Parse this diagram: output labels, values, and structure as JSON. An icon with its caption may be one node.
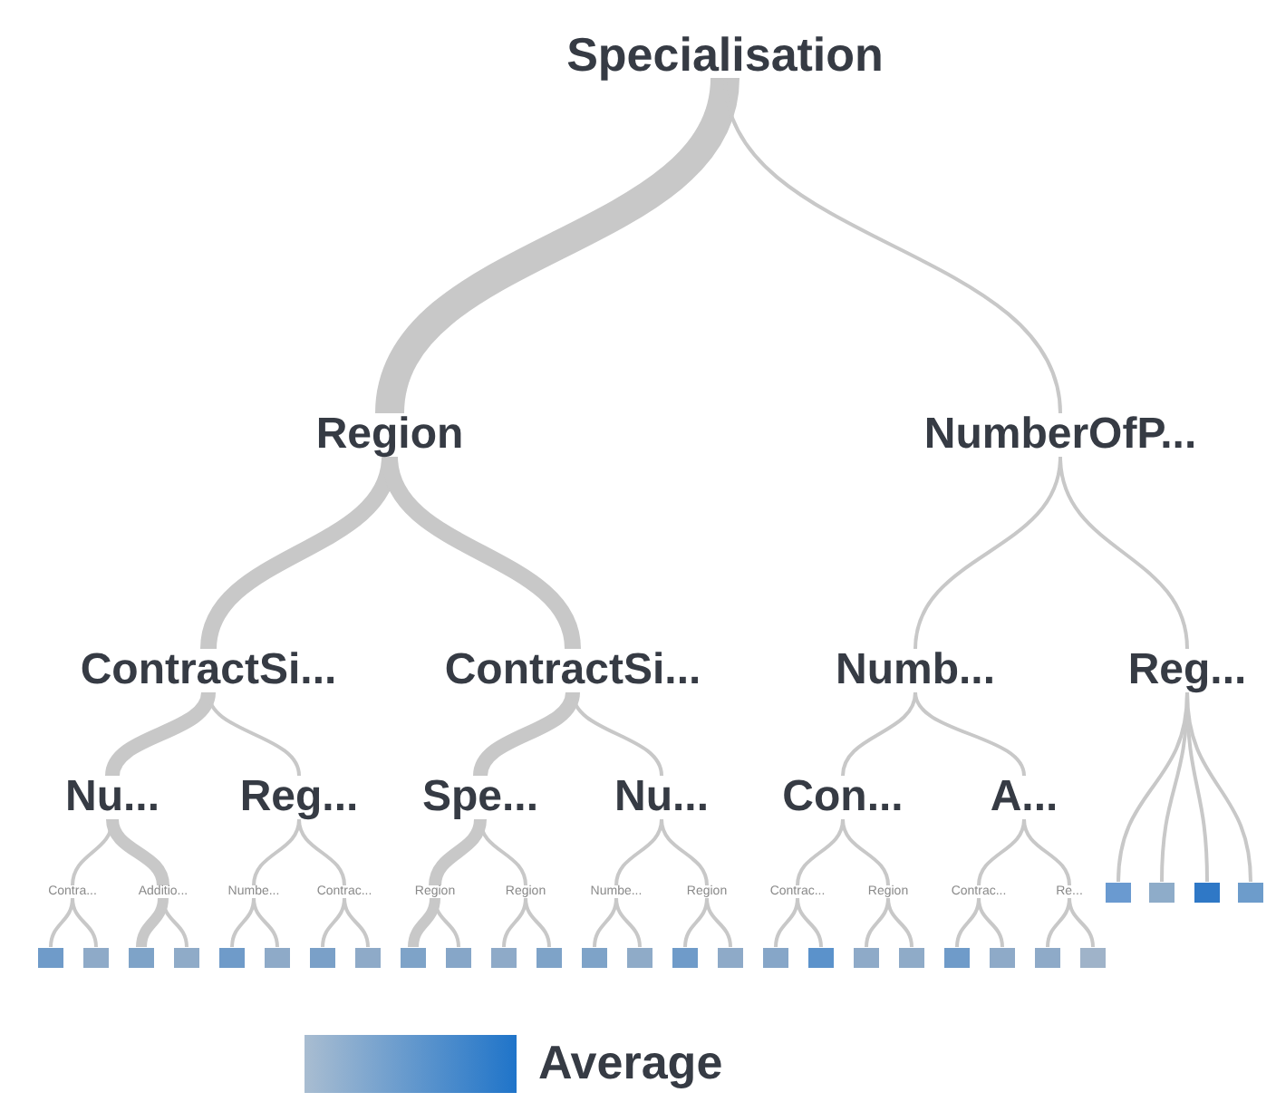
{
  "diagram": {
    "nodes": [
      {
        "text": [
          "Specialisation"
        ]
      },
      {
        "text": [
          "Region"
        ]
      },
      {
        "text": [
          "NumberOfP..."
        ]
      },
      {
        "text": [
          "ContractSi..."
        ]
      },
      {
        "text": [
          "ContractSi..."
        ]
      },
      {
        "text": [
          "Numb..."
        ]
      },
      {
        "text": [
          "Reg..."
        ]
      },
      {
        "text": [
          "Nu..."
        ]
      },
      {
        "text": [
          "Reg..."
        ]
      },
      {
        "text": [
          "Spe..."
        ]
      },
      {
        "text": [
          "Nu..."
        ]
      },
      {
        "text": [
          "Con..."
        ]
      },
      {
        "text": [
          "A..."
        ]
      },
      {
        "text": [
          "Contra..."
        ]
      },
      {
        "text": [
          "Additio..."
        ]
      },
      {
        "text": [
          "Numbe..."
        ]
      },
      {
        "text": [
          "Contrac..."
        ]
      },
      {
        "text": [
          "Region"
        ]
      },
      {
        "text": [
          "Region"
        ]
      },
      {
        "text": [
          "Numbe..."
        ]
      },
      {
        "text": [
          "Region"
        ]
      },
      {
        "text": [
          "Contrac..."
        ]
      },
      {
        "text": [
          "Region"
        ]
      },
      {
        "text": [
          "Contrac..."
        ]
      },
      {
        "text": [
          "Re..."
        ]
      },
      {
        "text": [],
        "shape": "box"
      },
      {
        "text": [],
        "shape": "box"
      },
      {
        "text": [],
        "shape": "box"
      },
      {
        "text": [],
        "shape": "box"
      },
      {
        "text": [],
        "shape": "box"
      },
      {
        "text": [],
        "shape": "box"
      },
      {
        "text": [],
        "shape": "box"
      },
      {
        "text": [],
        "shape": "box"
      },
      {
        "text": [],
        "shape": "box"
      },
      {
        "text": [],
        "shape": "box"
      },
      {
        "text": [],
        "shape": "box"
      },
      {
        "text": [],
        "shape": "box"
      },
      {
        "text": [],
        "shape": "box"
      },
      {
        "text": [],
        "shape": "box"
      },
      {
        "text": [],
        "shape": "box"
      },
      {
        "text": [],
        "shape": "box"
      },
      {
        "text": [],
        "shape": "box"
      },
      {
        "text": [],
        "shape": "box"
      },
      {
        "text": [],
        "shape": "box"
      },
      {
        "text": [],
        "shape": "box"
      },
      {
        "text": [],
        "shape": "box"
      },
      {
        "text": [],
        "shape": "box"
      },
      {
        "text": [],
        "shape": "box"
      },
      {
        "text": [],
        "shape": "box"
      },
      {
        "text": [],
        "shape": "box"
      },
      {
        "text": [],
        "shape": "box"
      },
      {
        "text": [],
        "shape": "box"
      },
      {
        "text": [],
        "shape": "box"
      }
    ],
    "edges": [
      {
        "from": 0,
        "to": 1,
        "arrow": "none",
        "style": "thick"
      },
      {
        "from": 0,
        "to": 2,
        "arrow": "none"
      },
      {
        "from": 1,
        "to": 3,
        "arrow": "none",
        "style": "thick"
      },
      {
        "from": 1,
        "to": 4,
        "arrow": "none",
        "style": "thick"
      },
      {
        "from": 2,
        "to": 5,
        "arrow": "none"
      },
      {
        "from": 2,
        "to": 6,
        "arrow": "none"
      },
      {
        "from": 3,
        "to": 7,
        "arrow": "none",
        "style": "thick"
      },
      {
        "from": 3,
        "to": 8,
        "arrow": "none"
      },
      {
        "from": 4,
        "to": 9,
        "arrow": "none",
        "style": "thick"
      },
      {
        "from": 4,
        "to": 10,
        "arrow": "none"
      },
      {
        "from": 5,
        "to": 11,
        "arrow": "none"
      },
      {
        "from": 5,
        "to": 12,
        "arrow": "none"
      },
      {
        "from": 6,
        "to": 25,
        "arrow": "none"
      },
      {
        "from": 6,
        "to": 26,
        "arrow": "none"
      },
      {
        "from": 6,
        "to": 27,
        "arrow": "none"
      },
      {
        "from": 6,
        "to": 28,
        "arrow": "none"
      },
      {
        "from": 7,
        "to": 13,
        "arrow": "none"
      },
      {
        "from": 7,
        "to": 14,
        "arrow": "none",
        "style": "thick"
      },
      {
        "from": 8,
        "to": 15,
        "arrow": "none"
      },
      {
        "from": 8,
        "to": 16,
        "arrow": "none"
      },
      {
        "from": 9,
        "to": 17,
        "arrow": "none",
        "style": "thick"
      },
      {
        "from": 9,
        "to": 18,
        "arrow": "none"
      },
      {
        "from": 10,
        "to": 19,
        "arrow": "none"
      },
      {
        "from": 10,
        "to": 20,
        "arrow": "none"
      },
      {
        "from": 11,
        "to": 21,
        "arrow": "none"
      },
      {
        "from": 11,
        "to": 22,
        "arrow": "none"
      },
      {
        "from": 12,
        "to": 23,
        "arrow": "none"
      },
      {
        "from": 12,
        "to": 24,
        "arrow": "none"
      },
      {
        "from": 13,
        "to": 29,
        "arrow": "none"
      },
      {
        "from": 13,
        "to": 30,
        "arrow": "none"
      },
      {
        "from": 14,
        "to": 31,
        "arrow": "none",
        "style": "thick"
      },
      {
        "from": 14,
        "to": 32,
        "arrow": "none"
      },
      {
        "from": 15,
        "to": 33,
        "arrow": "none"
      },
      {
        "from": 15,
        "to": 34,
        "arrow": "none"
      },
      {
        "from": 16,
        "to": 35,
        "arrow": "none"
      },
      {
        "from": 16,
        "to": 36,
        "arrow": "none"
      },
      {
        "from": 17,
        "to": 37,
        "arrow": "none",
        "style": "thick"
      },
      {
        "from": 17,
        "to": 38,
        "arrow": "none"
      },
      {
        "from": 18,
        "to": 39,
        "arrow": "none"
      },
      {
        "from": 18,
        "to": 40,
        "arrow": "none"
      },
      {
        "from": 19,
        "to": 41,
        "arrow": "none"
      },
      {
        "from": 19,
        "to": 42,
        "arrow": "none"
      },
      {
        "from": 20,
        "to": 43,
        "arrow": "none"
      },
      {
        "from": 20,
        "to": 44,
        "arrow": "none"
      },
      {
        "from": 21,
        "to": 45,
        "arrow": "none"
      },
      {
        "from": 21,
        "to": 46,
        "arrow": "none"
      },
      {
        "from": 22,
        "to": 47,
        "arrow": "none"
      },
      {
        "from": 22,
        "to": 48,
        "arrow": "none"
      },
      {
        "from": 23,
        "to": 49,
        "arrow": "none"
      },
      {
        "from": 23,
        "to": 50,
        "arrow": "none"
      },
      {
        "from": 24,
        "to": 51,
        "arrow": "none"
      },
      {
        "from": 24,
        "to": 52,
        "arrow": "none"
      }
    ],
    "legend": [
      {
        "text": "Average"
      }
    ]
  }
}
